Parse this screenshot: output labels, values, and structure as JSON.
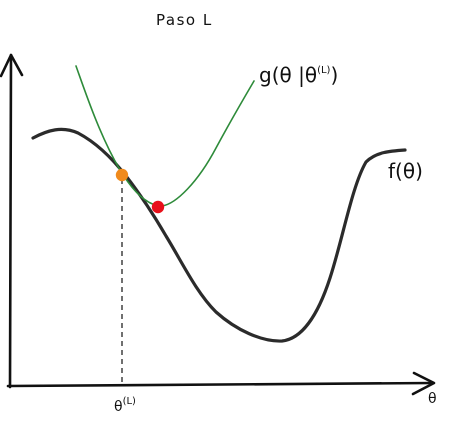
{
  "title": "Paso L",
  "labels": {
    "g_main": "g(θ |θ",
    "g_sup": "(L)",
    "g_close": ")",
    "f": "f(θ)",
    "x_tick_main": "θ",
    "x_tick_sup": "(L)",
    "x_axis_end": "θ"
  },
  "colors": {
    "axis": "#111111",
    "f_curve": "#2b2b2b",
    "g_curve": "#2e8b3a",
    "point_contact": "#f08a1c",
    "point_min_g": "#e8101a",
    "dashed": "#333333"
  }
}
